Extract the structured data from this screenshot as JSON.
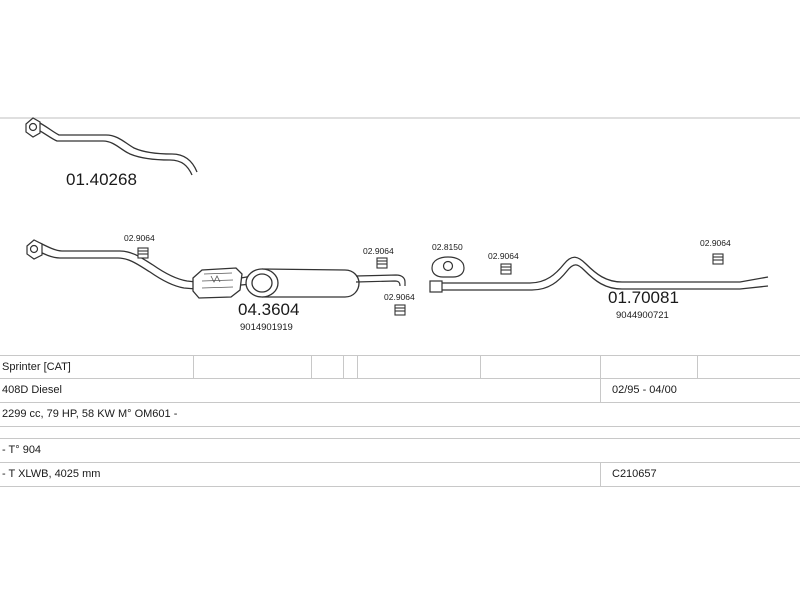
{
  "parts": {
    "front_pipe_upper": {
      "number": "01.40268"
    },
    "front_pipe_lower_clamp": {
      "number": "02.9064"
    },
    "middle_silencer": {
      "number": "04.3604",
      "oem": "9014901919"
    },
    "middle_clamp_upper": {
      "number": "02.9064"
    },
    "middle_clamp_lower": {
      "number": "02.9064"
    },
    "rubber_mount": {
      "number": "02.8150"
    },
    "rear_clamp_1": {
      "number": "02.9064"
    },
    "rear_clamp_2": {
      "number": "02.9064"
    },
    "tail_pipe": {
      "number": "01.70081",
      "oem": "9044900721"
    }
  },
  "vehicle": {
    "model": "Sprinter  [CAT]",
    "variant": "408D Diesel",
    "years": "02/95 - 04/00",
    "engine": "2299 cc, 79 HP, 58 KW M° OM601 -",
    "type": "- T° 904",
    "wheelbase": "- T XLWB, 4025 mm",
    "catalog_code": "C210657"
  }
}
